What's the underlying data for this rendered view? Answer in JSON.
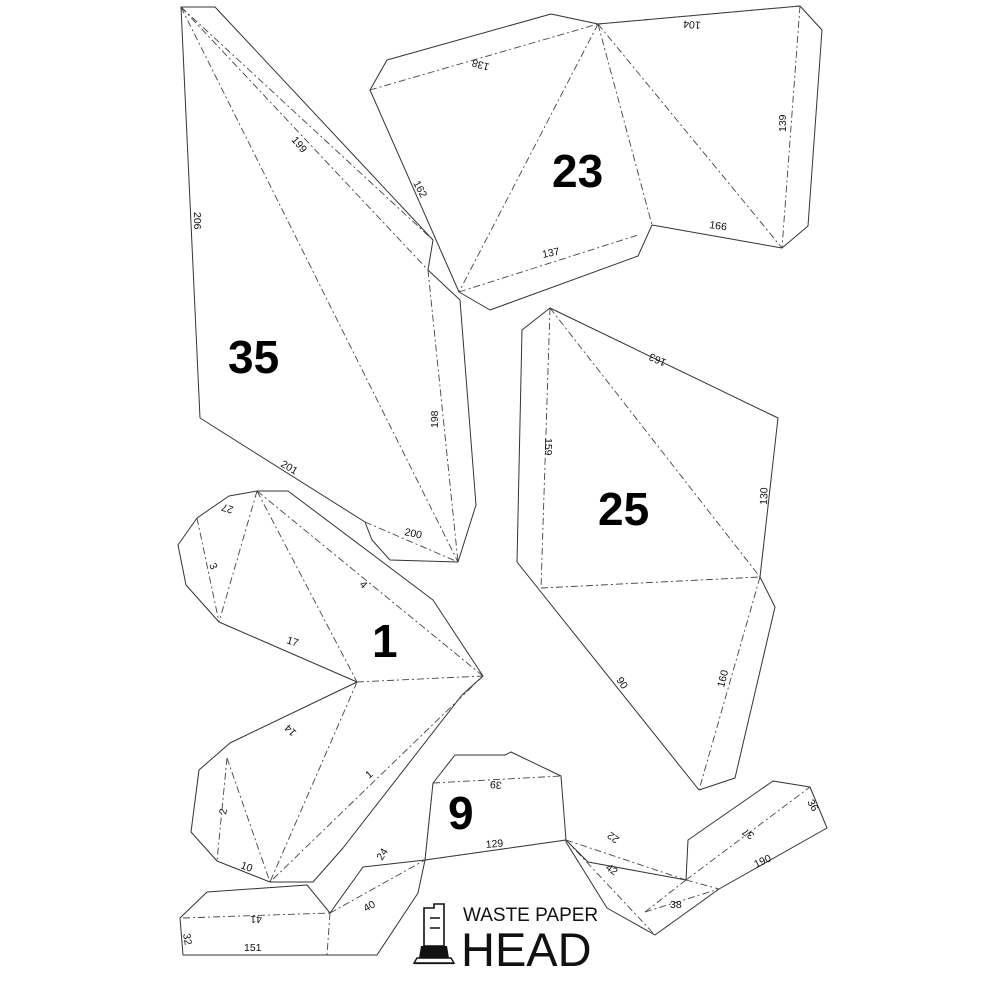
{
  "brand": {
    "line1": "WASTE PAPER",
    "line2": "HEAD"
  },
  "pieces": {
    "p35": {
      "number": "35",
      "edges": {
        "e206": "206",
        "e199": "199",
        "e198": "198",
        "e201": "201",
        "e200": "200"
      }
    },
    "p23": {
      "number": "23",
      "edges": {
        "e138": "138",
        "e104": "104",
        "e162": "162",
        "e139": "139",
        "e137": "137",
        "e166": "166"
      }
    },
    "p25": {
      "number": "25",
      "edges": {
        "e163": "163",
        "e159": "159",
        "e130": "130",
        "e90": "90",
        "e160": "160"
      }
    },
    "p1": {
      "number": "1",
      "edges": {
        "e27": "27",
        "e3": "3",
        "e4": "4",
        "e17": "17",
        "e14": "14",
        "e1": "1",
        "e2": "2",
        "e10": "10",
        "e24": "24"
      }
    },
    "p9": {
      "number": "9",
      "edges": {
        "e39": "39",
        "e129": "129",
        "e22": "22",
        "e42": "42",
        "e38": "38",
        "e37": "37",
        "e36": "36",
        "e190": "190",
        "e40": "40",
        "e41": "41",
        "e32": "32",
        "e151": "151"
      }
    }
  }
}
